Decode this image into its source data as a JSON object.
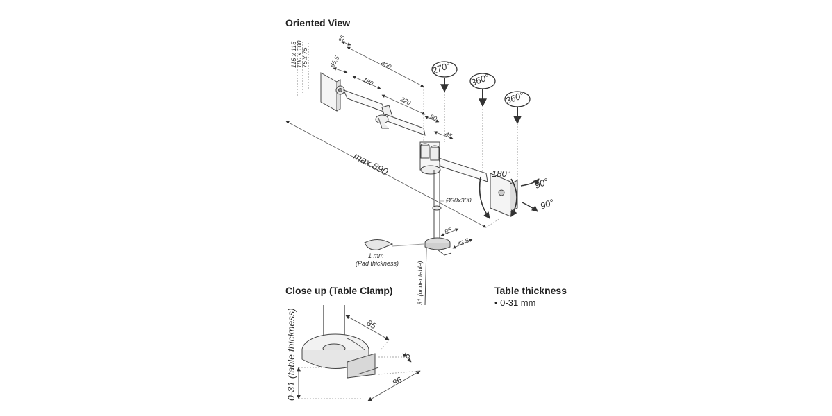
{
  "oriented_view": {
    "title": "Oriented View",
    "labels": {
      "vesa_115": "115 x 115",
      "vesa_100": "100 x 100",
      "vesa_75": "75 x 75",
      "d35": "35",
      "d65_5": "65.5",
      "d400": "400",
      "d180": "180",
      "d220": "220",
      "d90": "90",
      "d45": "45",
      "max890": "max.890",
      "pole": "Ø30x300",
      "d85": "85",
      "d43_5": "43.5",
      "table": "31 (under table)",
      "pad_mm": "1 mm",
      "pad_text": "(Pad thickness)",
      "rot270": "270°",
      "rot360a": "360°",
      "rot360b": "360°",
      "rot180": "180°",
      "rot90a": "90°",
      "rot90b": "90°"
    }
  },
  "close_up": {
    "title": "Close up (Table Clamp)",
    "labels": {
      "d85": "85",
      "d5": "5",
      "d86": "86",
      "thickness": "0-31 (table thickness)"
    }
  },
  "table_thickness": {
    "title": "Table thickness",
    "value": "• 0-31 mm"
  }
}
